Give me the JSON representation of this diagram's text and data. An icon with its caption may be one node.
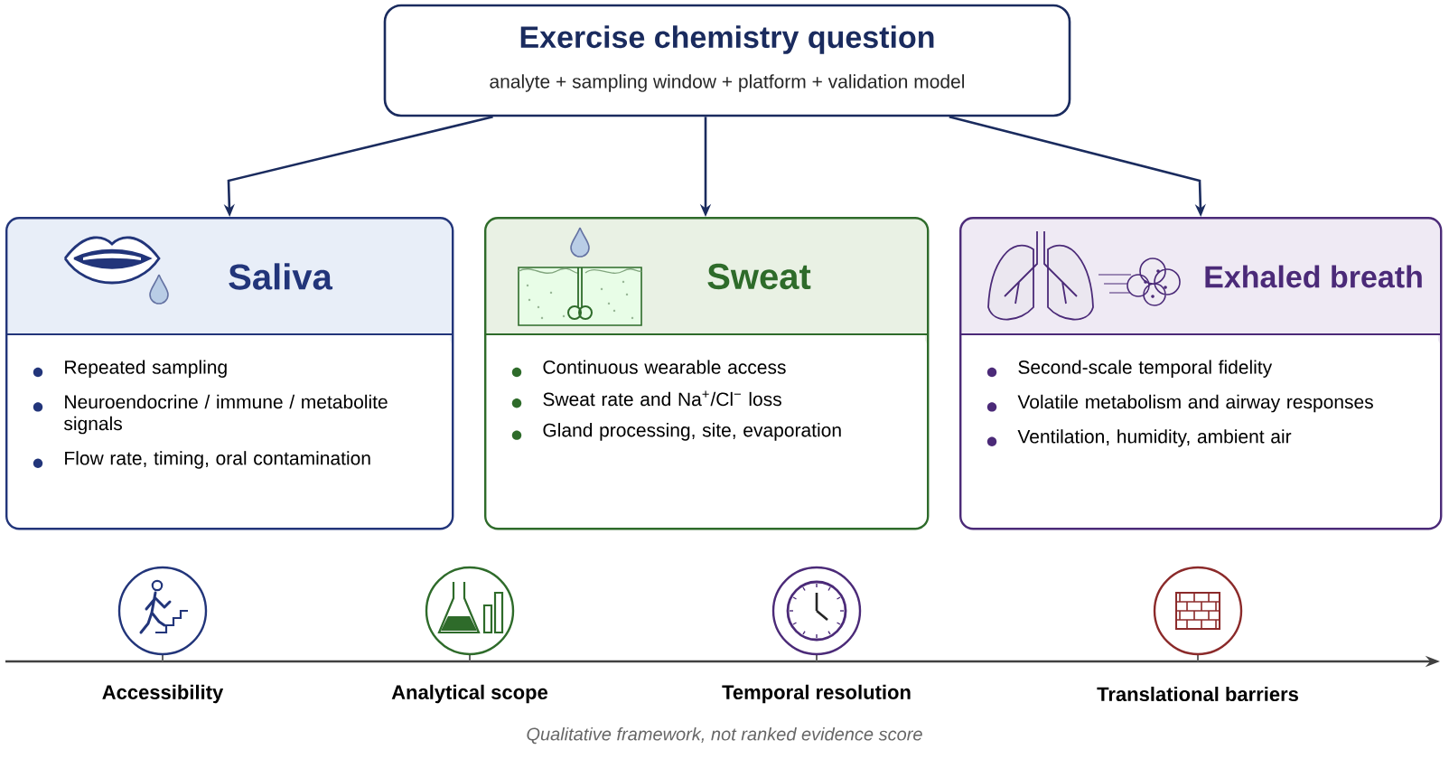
{
  "diagram": {
    "nodes": [
      {
        "text": [
          "Exercise chemistry question",
          "analyte + sampling window + platform + validation model"
        ]
      },
      {
        "text": [
          "Saliva",
          "Repeated sampling",
          "Neuroendocrine / immune / metabolite signals",
          "Flow rate, timing, oral contamination"
        ]
      },
      {
        "text": [
          "Sweat",
          "Continuous wearable access",
          "Sweat rate and Na$^{+}$/Cl$^{−}$ loss",
          "Gland processing, site, evaporation"
        ]
      },
      {
        "text": [
          "Exhaled breath",
          "Second-scale temporal fidelity",
          "Volatile metabolism and airway responses",
          "Ventilation, humidity, ambient air"
        ]
      }
    ],
    "edges": [
      {
        "from": 0,
        "to": 1,
        "arrow": "to"
      },
      {
        "from": 0,
        "to": 2,
        "arrow": "to"
      },
      {
        "from": 0,
        "to": 3,
        "arrow": "to"
      }
    ],
    "labels": [
      "Accessibility",
      "Analytical scope",
      "Temporal resolution",
      "Translational barriers"
    ],
    "caption": "Qualitative framework, not ranked evidence score"
  }
}
